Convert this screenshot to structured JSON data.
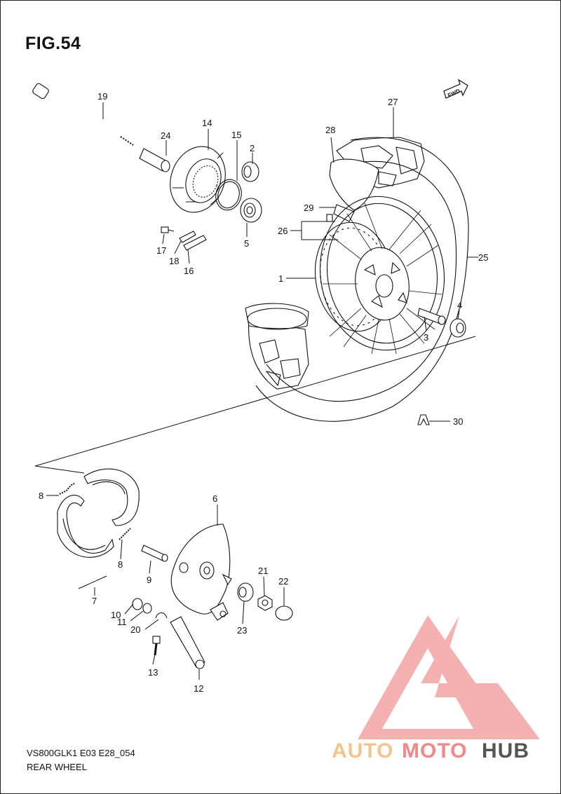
{
  "figure": {
    "title": "FIG.54",
    "model_code": "VS800GLK1 E03 E28_054",
    "caption": "REAR WHEEL"
  },
  "fwd_label": "FWD",
  "callouts": [
    "1",
    "2",
    "3",
    "4",
    "5",
    "6",
    "7",
    "8",
    "8",
    "9",
    "10",
    "11",
    "12",
    "13",
    "14",
    "15",
    "16",
    "17",
    "18",
    "19",
    "20",
    "21",
    "22",
    "23",
    "24",
    "25",
    "26",
    "27",
    "28",
    "29",
    "30"
  ],
  "watermark": {
    "part1": "AUTO",
    "part2": "MOTO",
    "part3": "HUB",
    "colors": {
      "auto": "#f6c48a",
      "moto": "#f08a8a",
      "hub": "#555555",
      "logo": "#f28b8b"
    }
  }
}
